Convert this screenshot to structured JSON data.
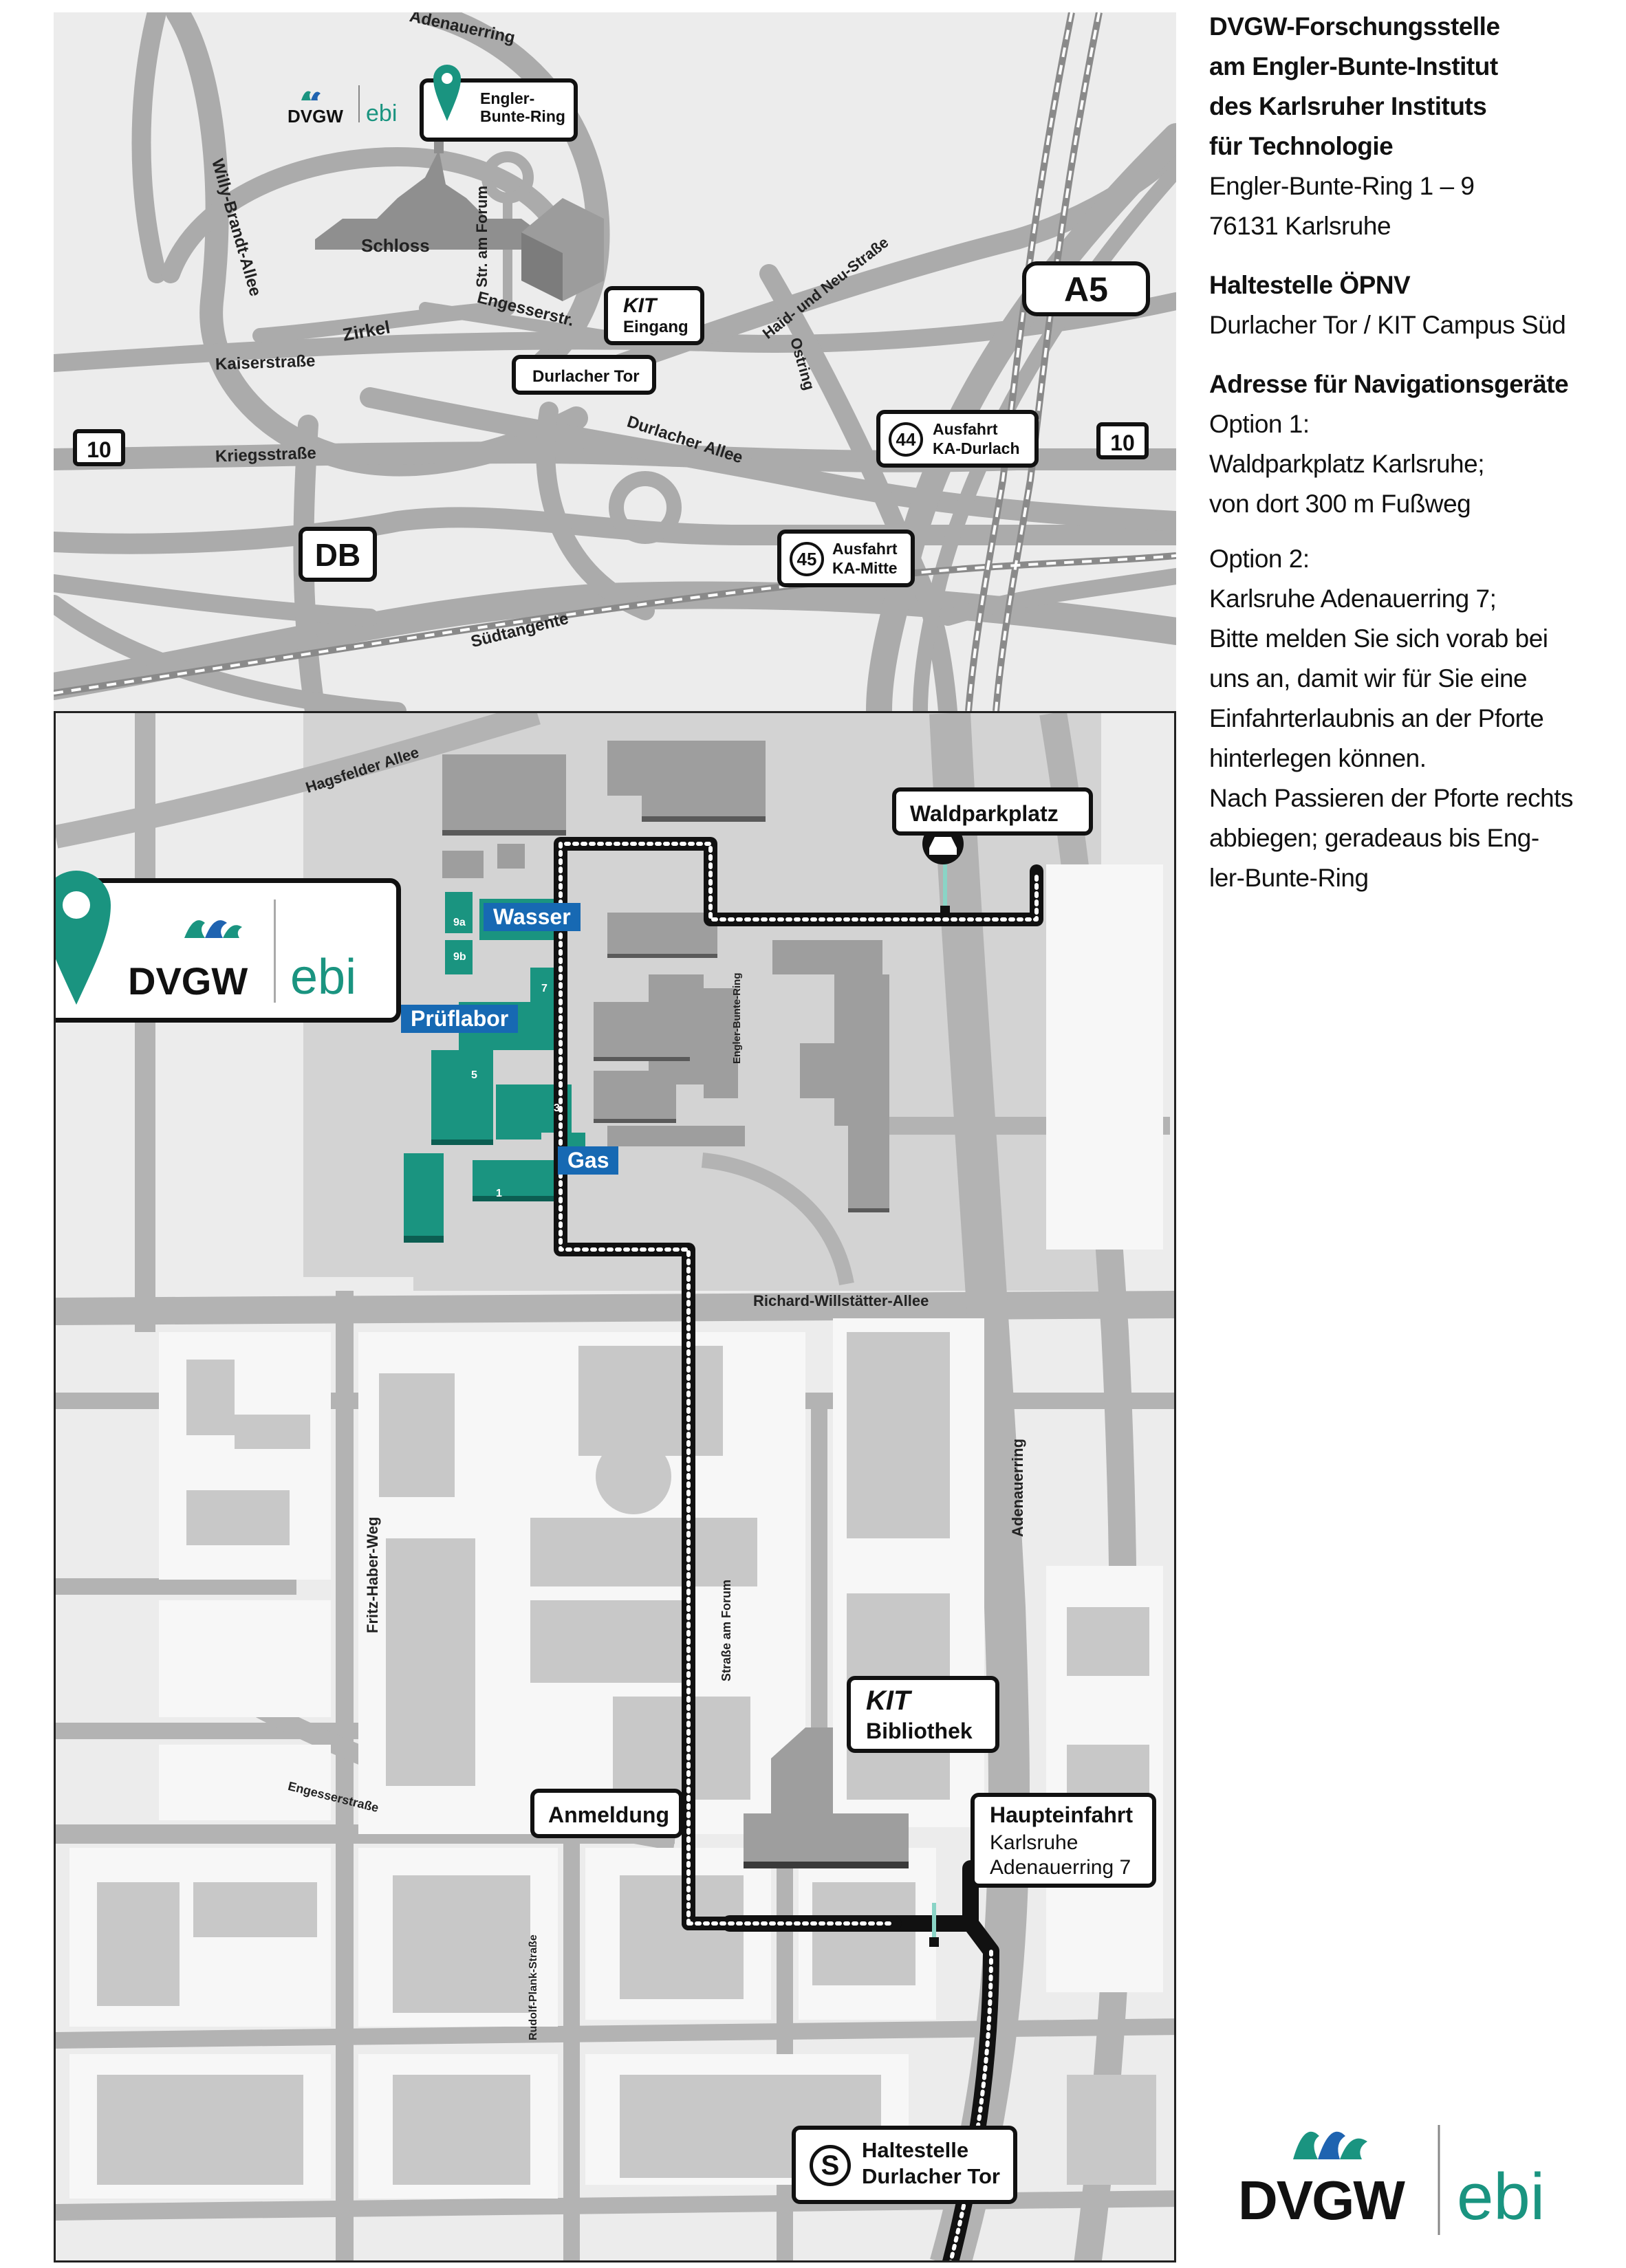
{
  "sidebar": {
    "title_lines": [
      "DVGW-Forschungsstelle",
      "am Engler-Bunte-Institut",
      "des Karlsruher Instituts",
      "für Technologie"
    ],
    "address_lines": [
      "Engler-Bunte-Ring 1 – 9",
      "76131 Karlsruhe"
    ],
    "transit_heading": "Haltestelle ÖPNV",
    "transit_stop": "Durlacher Tor / KIT Campus Süd",
    "nav_heading": "Adresse für Navigationsgeräte",
    "option1_label": "Option 1:",
    "option1_lines": [
      "Waldparkplatz Karlsruhe;",
      "von dort 300 m Fußweg"
    ],
    "option2_label": "Option 2:",
    "option2_lines": [
      "Karlsruhe Adenauerring 7;",
      "Bitte melden Sie sich vorab bei",
      "uns an, damit wir für Sie eine",
      "Einfahrterlaubnis an der Pforte",
      "hinterlegen können.",
      "Nach Passieren der Pforte rechts",
      "abbiegen; geradeaus bis Eng-",
      "ler-Bunte-Ring"
    ]
  },
  "logo": {
    "brand": "DVGW",
    "sub": "ebi",
    "teal": "#1a9480",
    "blue": "#1f63b0"
  },
  "overview": {
    "roads": {
      "adenauerring": "Adenauerring",
      "willy_brandt": "Willy-Brandt-Allee",
      "zirkel": "Zirkel",
      "kaiserstrasse": "Kaiserstraße",
      "kriegsstrasse": "Kriegsstraße",
      "suedtangente": "Südtangente",
      "durlacher_allee": "Durlacher Allee",
      "haid_neu": "Haid- und Neu-Straße",
      "ostring": "Ostring",
      "engesserstr": "Engesserstr.",
      "str_am_forum": "Str. am Forum"
    },
    "schloss": "Schloss",
    "callouts": {
      "ebr": [
        "Engler-",
        "Bunte-Ring"
      ],
      "kit_eingang": [
        "KIT",
        "Eingang"
      ],
      "durlacher_tor": "Durlacher Tor",
      "ausfahrt44": {
        "num": "44",
        "lines": [
          "Ausfahrt",
          "KA-Durlach"
        ]
      },
      "ausfahrt45": {
        "num": "45",
        "lines": [
          "Ausfahrt",
          "KA-Mitte"
        ]
      },
      "a5": "A5",
      "b10_left": "10",
      "b10_right": "10",
      "db": "DB"
    }
  },
  "campus": {
    "roads": {
      "hagsfelder": "Hagsfelder Allee",
      "richard": "Richard-Willstätter-Allee",
      "adenauerring": "Adenauerring",
      "fritz": "Fritz-Haber-Weg",
      "forum": "Straße am Forum",
      "engesser": "Engesserstraße",
      "rudolf": "Rudolf-Plank-Straße",
      "ebr": "Engler-Bunte-Ring"
    },
    "tags": {
      "wasser": "Wasser",
      "pruef": "Prüflabor",
      "gas": "Gas"
    },
    "building_numbers": [
      "9a",
      "9b",
      "7",
      "5",
      "3",
      "1"
    ],
    "callouts": {
      "waldparkplatz": "Waldparkplatz",
      "kit_bib": [
        "KIT",
        "Bibliothek"
      ],
      "anmeldung": "Anmeldung",
      "haupteinfahrt": {
        "title": "Haupteinfahrt",
        "lines": [
          "Karlsruhe",
          "Adenauerring 7"
        ]
      },
      "haltestelle": {
        "symbol": "S",
        "lines": [
          "Haltestelle",
          "Durlacher Tor"
        ]
      }
    }
  }
}
